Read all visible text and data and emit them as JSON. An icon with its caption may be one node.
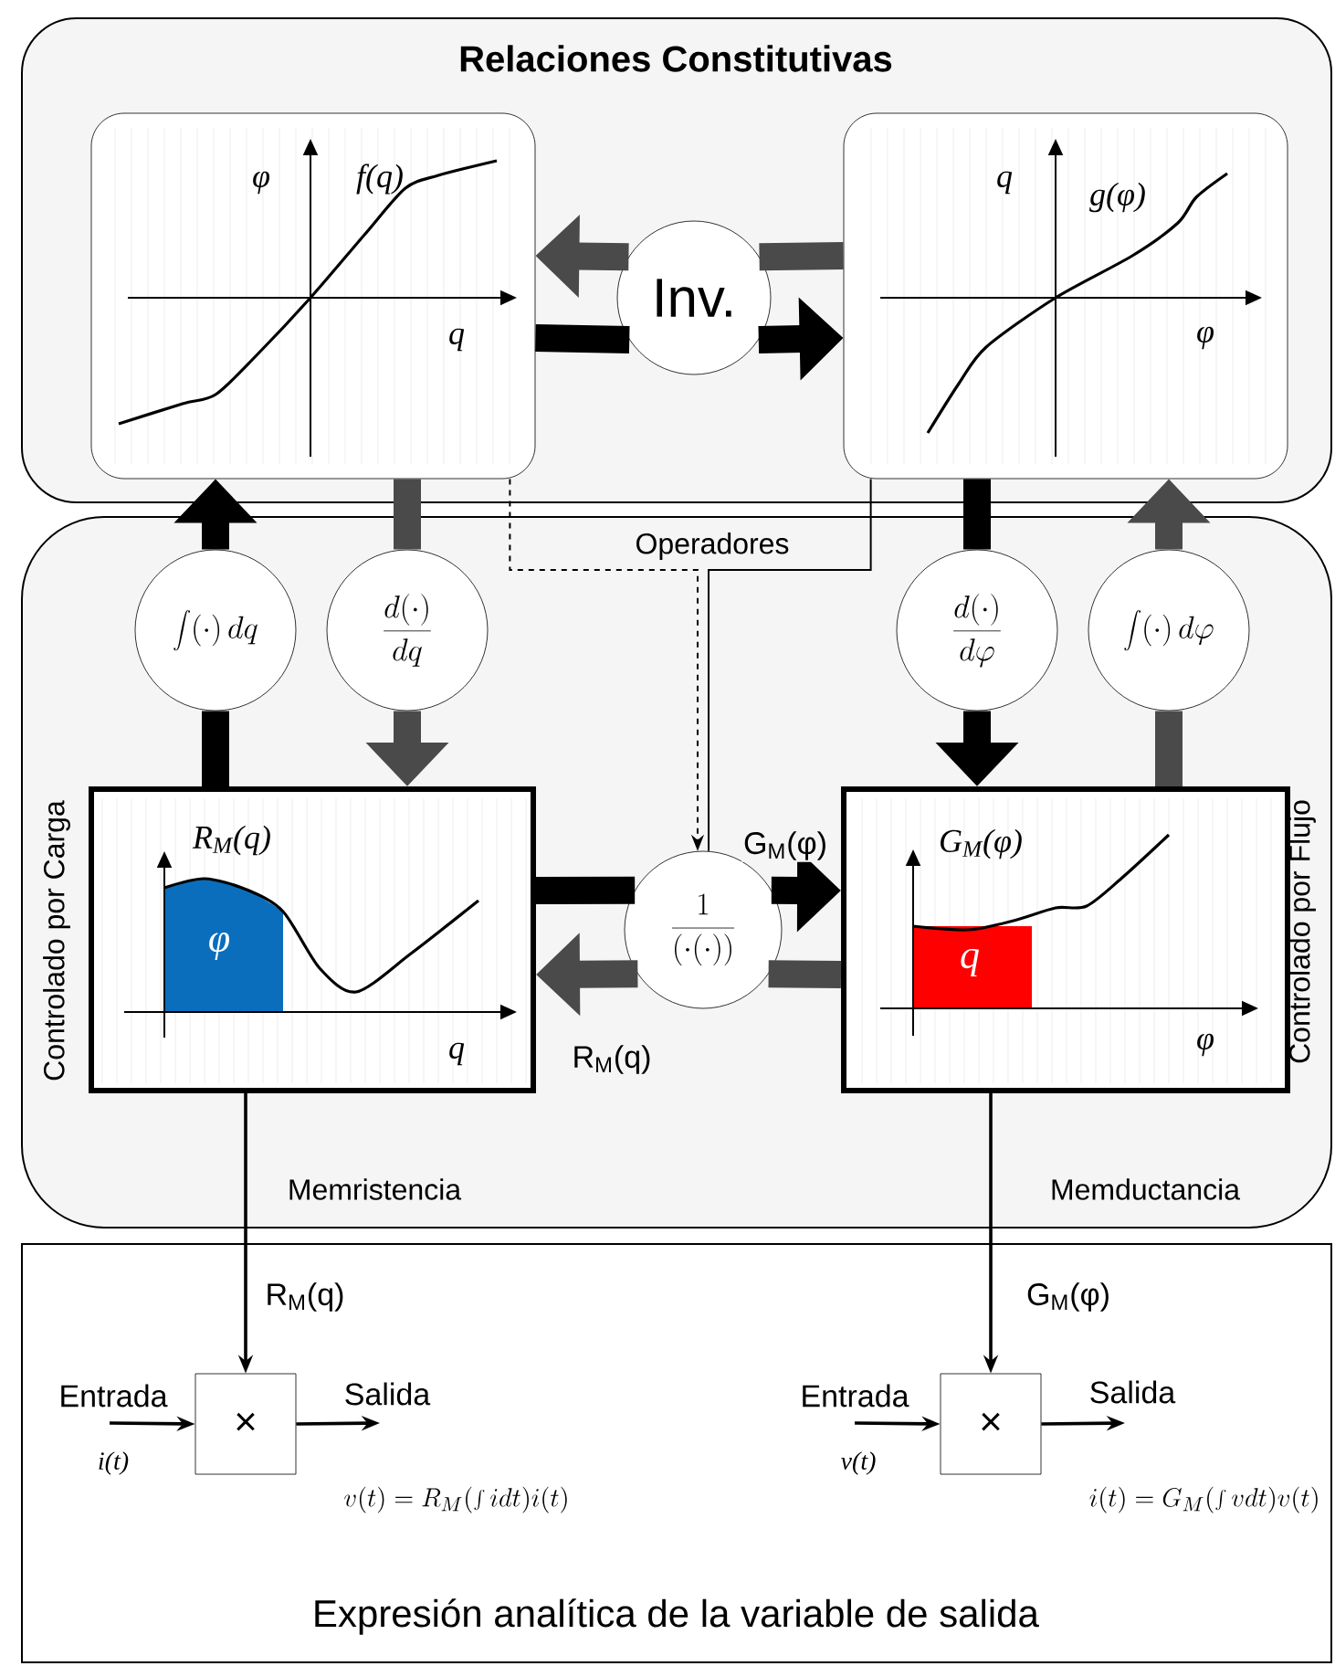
{
  "diagram": {
    "nodes": [
      {
        "text": [
          "Relaciones Constitutivas"
        ]
      },
      {
        "text": [
          "φ",
          "f(q)",
          "q"
        ],
        "in": 0
      },
      {
        "text": [
          "q",
          "g(φ)",
          "φ"
        ],
        "in": 0
      },
      {
        "text": [
          "Inv."
        ],
        "in": 0
      },
      {
        "text": [
          "Controlado por Carga",
          "Controlado por Flujo",
          "Memristencia",
          "Memductancia"
        ]
      },
      {
        "text": [
          "\\int(\\cdot)\\,dq"
        ],
        "in": 4
      },
      {
        "text": [
          "\\frac{d(\\cdot)}{dq}"
        ],
        "in": 4
      },
      {
        "text": [
          "\\frac{d(\\cdot)}{d\\varphi}"
        ],
        "in": 4
      },
      {
        "text": [
          "\\int(\\cdot)\\,d\\varphi"
        ],
        "in": 4
      },
      {
        "text": [
          "R$_{M}$(q)",
          "φ",
          "q"
        ],
        "in": 4
      },
      {
        "text": [
          "G$_{M}$(φ)",
          "q",
          "φ"
        ],
        "in": 4
      },
      {
        "text": [
          "\\frac{1}{(\\cdot(\\cdot))}"
        ],
        "in": 4
      },
      {
        "text": [
          "Expresión analítica de la variable de salida"
        ]
      },
      {
        "text": [
          "×"
        ],
        "in": 12
      },
      {
        "text": [
          "×"
        ],
        "in": 12
      }
    ],
    "edges": [
      {
        "from": 1,
        "to": 3,
        "arrow": "none"
      },
      {
        "from": 3,
        "to": 2,
        "arrow": "to"
      },
      {
        "from": 2,
        "to": 3,
        "arrow": "none",
        "color": "#4a4a4a"
      },
      {
        "from": 3,
        "to": 1,
        "arrow": "to",
        "color": "#4a4a4a"
      },
      {
        "from": 9,
        "to": 5,
        "arrow": "none"
      },
      {
        "from": 5,
        "to": 1,
        "arrow": "to"
      },
      {
        "from": 1,
        "to": 6,
        "arrow": "none",
        "color": "#4a4a4a"
      },
      {
        "from": 6,
        "to": 9,
        "arrow": "to",
        "color": "#4a4a4a"
      },
      {
        "from": 2,
        "to": 7,
        "arrow": "none"
      },
      {
        "from": 7,
        "to": 10,
        "arrow": "to"
      },
      {
        "from": 10,
        "to": 8,
        "arrow": "none",
        "color": "#4a4a4a"
      },
      {
        "from": 8,
        "to": 2,
        "arrow": "to",
        "color": "#4a4a4a"
      },
      {
        "from": 9,
        "to": 11,
        "arrow": "none"
      },
      {
        "from": 11,
        "to": 10,
        "arrow": "to",
        "label": "G$_{M}$(φ)"
      },
      {
        "from": 10,
        "to": 11,
        "arrow": "none",
        "color": "#4a4a4a"
      },
      {
        "from": 11,
        "to": 9,
        "arrow": "to",
        "color": "#4a4a4a",
        "label": "R$_{M}$(q)"
      },
      {
        "from": 1,
        "to": 11,
        "arrow": "to",
        "style": "dashed"
      },
      {
        "from": 2,
        "to": 11,
        "arrow": "none"
      },
      {
        "from": 9,
        "to": 13,
        "arrow": "to",
        "label": "R$_{M}$(q)"
      },
      {
        "from": 10,
        "to": 14,
        "arrow": "to",
        "label": "G$_{M}$(φ)"
      },
      {
        "from": null,
        "to": 13,
        "arrow": "to",
        "label": "Entrada"
      },
      {
        "from": 13,
        "to": null,
        "arrow": "to",
        "label": "Salida"
      },
      {
        "from": null,
        "to": 14,
        "arrow": "to",
        "label": "Entrada"
      },
      {
        "from": 14,
        "to": null,
        "arrow": "to",
        "label": "Salida"
      }
    ],
    "labels": [
      "Operadores",
      "i(t)",
      "v(t) = R_M(\\int idt)i(t)",
      "v(t)",
      "i(t) = G_M(\\int vdt)v(t)"
    ]
  }
}
